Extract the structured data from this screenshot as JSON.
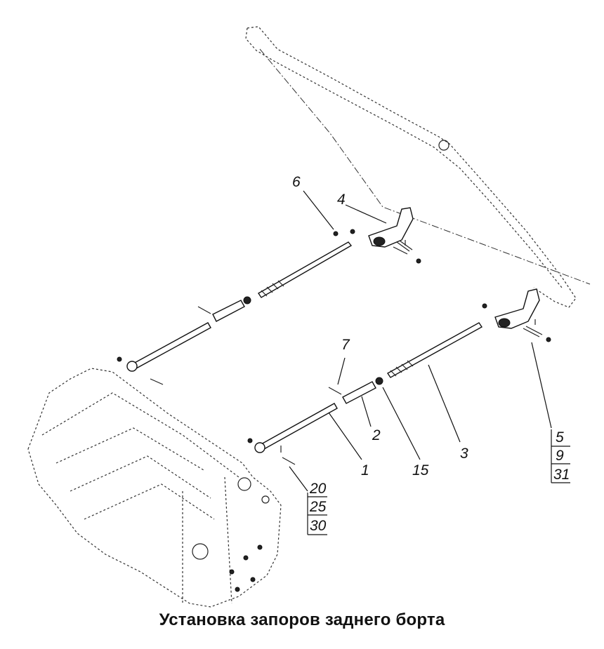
{
  "title": "Установка запоров заднего борта",
  "callouts": {
    "c1": "1",
    "c2": "2",
    "c3": "3",
    "c4": "4",
    "c6": "6",
    "c7": "7",
    "c15": "15",
    "group_right": [
      "5",
      "9",
      "31"
    ],
    "group_left": [
      "20",
      "25",
      "30"
    ]
  }
}
